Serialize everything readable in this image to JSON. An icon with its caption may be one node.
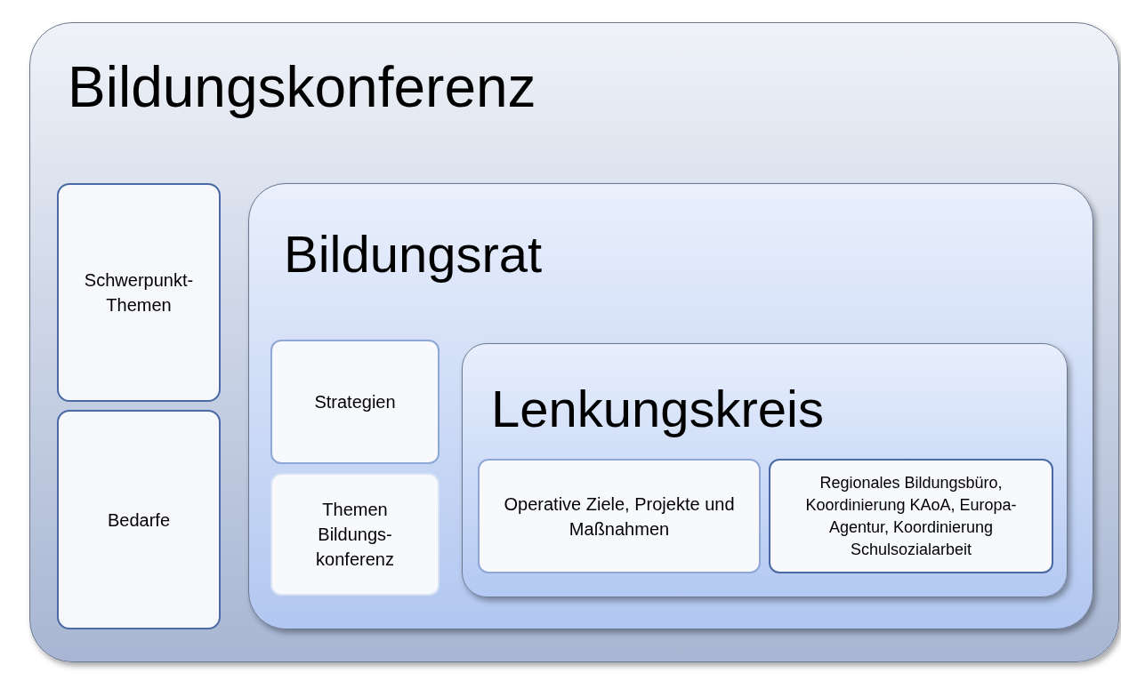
{
  "diagram": {
    "nodes": [
      {
        "text": [
          "Bildungskonferenz"
        ]
      },
      {
        "text": [
          "Schwerpunkt-Themen"
        ],
        "in": 0
      },
      {
        "text": [
          "Bedarfe"
        ],
        "in": 0
      },
      {
        "text": [
          "Bildungsrat"
        ],
        "in": 0
      },
      {
        "text": [
          "Strategien"
        ],
        "in": 3
      },
      {
        "text": [
          "Themen Bildungs-konferenz"
        ],
        "in": 3
      },
      {
        "text": [
          "Lenkungskreis"
        ],
        "in": 3
      },
      {
        "text": [
          "Operative Ziele, Projekte und Maßnahmen"
        ],
        "in": 6
      },
      {
        "text": [
          "Regionales Bildungsbüro, Koordinierung KAoA, Europa-Agentur, Koordinierung Schulsozialarbeit"
        ],
        "in": 6
      }
    ]
  }
}
